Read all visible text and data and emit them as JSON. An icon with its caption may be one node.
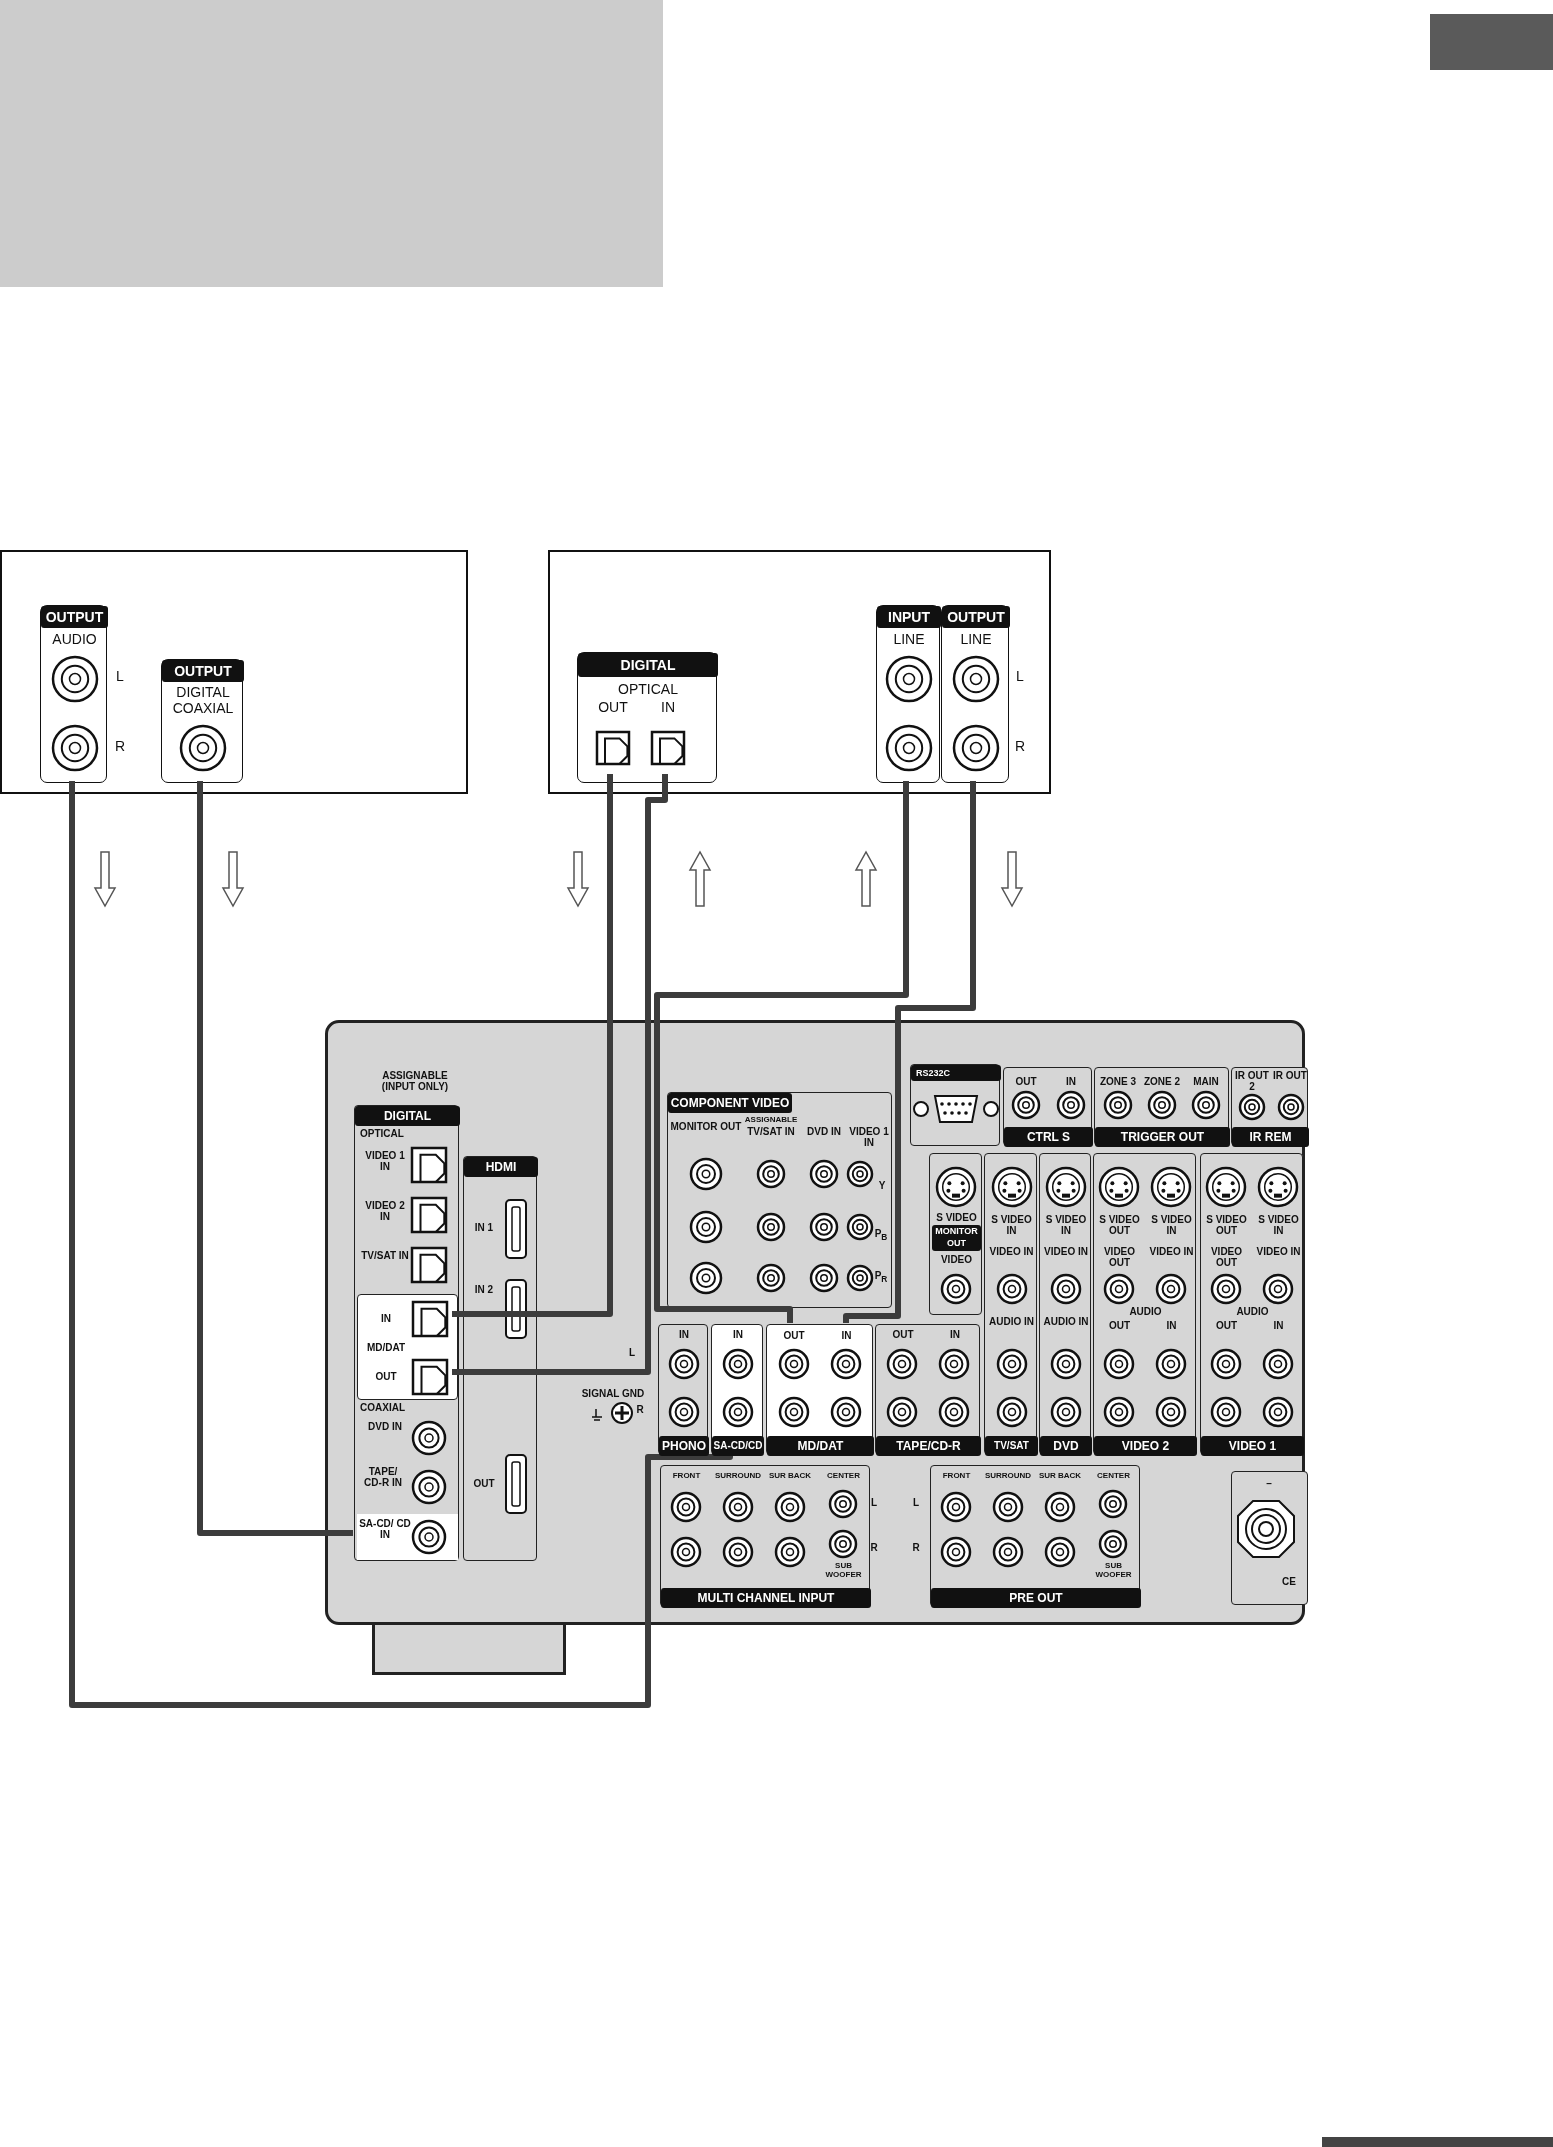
{
  "diagram": {
    "nodes": [
      {
        "text": [],
        "shape": "box"
      },
      {
        "text": [
          "OUTPUT",
          "AUDIO"
        ],
        "in": 0
      },
      {
        "text": [
          "OUTPUT",
          "DIGITAL COAXIAL"
        ],
        "in": 0
      },
      {
        "text": [],
        "shape": "box"
      },
      {
        "text": [
          "DIGITAL",
          "OPTICAL"
        ],
        "in": 3
      },
      {
        "text": [
          "OUT"
        ],
        "in": 4
      },
      {
        "text": [
          "IN"
        ],
        "in": 4
      },
      {
        "text": [
          "INPUT",
          "LINE"
        ],
        "in": 3
      },
      {
        "text": [
          "OUTPUT",
          "LINE"
        ],
        "in": 3
      },
      {
        "text": [],
        "shape": "box"
      },
      {
        "text": [
          "ASSIGNABLE (INPUT ONLY)",
          "DIGITAL",
          "OPTICAL",
          "COAXIAL"
        ],
        "in": 9
      },
      {
        "text": [
          "VIDEO 1 IN"
        ],
        "in": 10
      },
      {
        "text": [
          "VIDEO 2 IN"
        ],
        "in": 10
      },
      {
        "text": [
          "TV/SAT IN"
        ],
        "in": 10
      },
      {
        "text": [
          "MD/DAT"
        ],
        "in": 10
      },
      {
        "text": [
          "IN"
        ],
        "in": 14
      },
      {
        "text": [
          "OUT"
        ],
        "in": 14
      },
      {
        "text": [
          "DVD IN"
        ],
        "in": 10
      },
      {
        "text": [
          "TAPE/ CD-R IN"
        ],
        "in": 10
      },
      {
        "text": [
          "SA-CD/ CD IN"
        ],
        "in": 10
      },
      {
        "text": [
          "HDMI"
        ],
        "in": 9
      },
      {
        "text": [
          "IN 1"
        ],
        "in": 20
      },
      {
        "text": [
          "IN 2"
        ],
        "in": 20
      },
      {
        "text": [
          "OUT"
        ],
        "in": 20
      },
      {
        "text": [
          "COMPONENT VIDEO",
          "MONITOR OUT",
          "ASSIGNABLE",
          "TV/SAT IN",
          "DVD IN",
          "VIDEO 1 IN",
          "Y",
          "P$_{B}$",
          "P$_{R}$"
        ],
        "in": 9
      },
      {
        "text": [
          "RS232C"
        ],
        "in": 9
      },
      {
        "text": [
          "OUT",
          "IN",
          "CTRL S"
        ],
        "in": 9
      },
      {
        "text": [
          "ZONE 3",
          "ZONE 2",
          "MAIN",
          "TRIGGER OUT"
        ],
        "in": 9
      },
      {
        "text": [
          "IR OUT 2",
          "IR OUT",
          "IR REM"
        ],
        "in": 9
      },
      {
        "text": [
          "S VIDEO",
          "MONITOR OUT",
          "VIDEO"
        ],
        "in": 9
      },
      {
        "text": [
          "S VIDEO IN",
          "VIDEO IN",
          "AUDIO IN",
          "TV/SAT"
        ],
        "in": 9
      },
      {
        "text": [
          "S VIDEO IN",
          "VIDEO IN",
          "AUDIO IN",
          "DVD"
        ],
        "in": 9
      },
      {
        "text": [
          "S VIDEO OUT",
          "S VIDEO IN",
          "VIDEO OUT",
          "VIDEO IN",
          "AUDIO",
          "OUT",
          "IN",
          "VIDEO 2"
        ],
        "in": 9
      },
      {
        "text": [
          "S VIDEO OUT",
          "S VIDEO IN",
          "VIDEO OUT",
          "VIDEO IN",
          "AUDIO",
          "OUT",
          "IN",
          "VIDEO 1"
        ],
        "in": 9
      },
      {
        "text": [
          "IN",
          "PHONO"
        ],
        "in": 9
      },
      {
        "text": [
          "IN",
          "SA-CD/CD"
        ],
        "in": 9
      },
      {
        "text": [
          "MD/DAT"
        ],
        "in": 9
      },
      {
        "text": [
          "OUT"
        ],
        "in": 36
      },
      {
        "text": [
          "IN"
        ],
        "in": 36
      },
      {
        "text": [
          "OUT",
          "IN",
          "TAPE/CD-R"
        ],
        "in": 9
      },
      {
        "text": [
          "FRONT",
          "SURROUND",
          "SUR BACK",
          "CENTER",
          "SUB WOOFER",
          "MULTI CHANNEL INPUT"
        ],
        "in": 9
      },
      {
        "text": [
          "FRONT",
          "SURROUND",
          "SUR BACK",
          "CENTER",
          "SUB WOOFER",
          "PRE OUT"
        ],
        "in": 9
      },
      {
        "text": [
          "–",
          "CE"
        ],
        "in": 9
      },
      {
        "text": [],
        "shape": "box"
      },
      {
        "text": [],
        "shape": "box"
      }
    ],
    "edges": [
      {
        "from": 1,
        "to": 35,
        "arrow": "none"
      },
      {
        "from": 2,
        "to": 19,
        "arrow": "none"
      },
      {
        "from": 5,
        "to": 15,
        "arrow": "none"
      },
      {
        "from": 16,
        "to": 6,
        "arrow": "none"
      },
      {
        "from": 37,
        "to": 7,
        "arrow": "none"
      },
      {
        "from": 8,
        "to": 38,
        "arrow": "none"
      }
    ],
    "labels": [
      "L",
      "R",
      "L",
      "R",
      "L",
      "SIGNAL GND",
      "R",
      "L",
      "L",
      "R",
      "R"
    ]
  }
}
